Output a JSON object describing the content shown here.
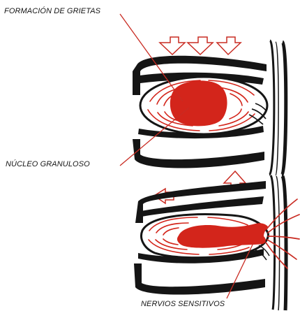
{
  "diagram": {
    "labels": {
      "crack_formation": "FORMACIÓN DE GRIETAS",
      "granular_nucleus": "NÚCLEO GRANULOSO",
      "sensory_nerves": "NERVIOS SENSITIVOS"
    },
    "colors": {
      "nucleus": "#d3251b",
      "outline": "#111111",
      "background": "#ffffff"
    }
  }
}
